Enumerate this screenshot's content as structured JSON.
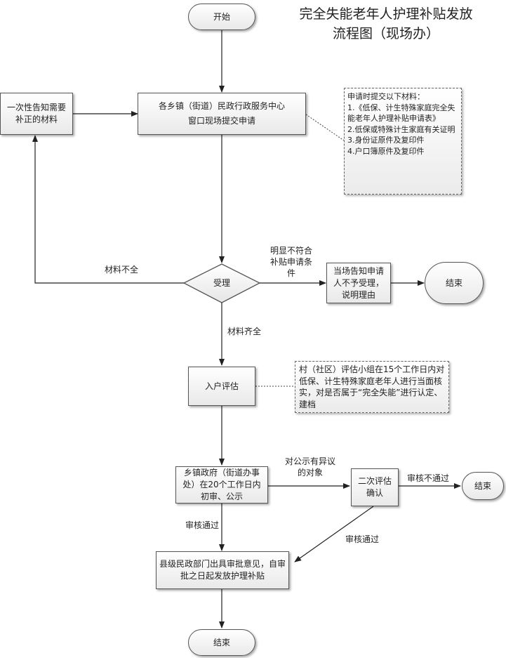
{
  "title": {
    "line1": "完全失能老年人护理补贴发放",
    "line2": "流程图（现场办）"
  },
  "nodes": {
    "start": "开始",
    "apply_line1": "各乡镇（街道）民政行政服务中心",
    "apply_line2": "窗口现场提交申请",
    "notify": "一次性告知需要补正的材料",
    "accept": "受理",
    "reject": "当场告知申请人不予受理，说明理由",
    "end1": "结束",
    "visit": "入户评估",
    "township": "乡镇政府（街道办事处）在20个工作日内初审、公示",
    "second": "二次评估确认",
    "end2": "结束",
    "county": "县级民政部门出具审批意见，自审批之日起发放护理补贴",
    "end3": "结束"
  },
  "notes": {
    "materials": {
      "heading": "申请时提交以下材料：",
      "items": [
        "1.《低保、计生特殊家庭完全失能老年人护理补贴申请表》",
        "2.低保或特殊计生家庭有关证明",
        "3.身份证原件及复印件",
        "4.户口簿原件及复印件"
      ]
    },
    "assessment": "村（社区）评估小组在15个工作日内对低保、计生特殊家庭老年人进行当面核实，对是否属于“完全失能”进行认定、建档"
  },
  "labels": {
    "incomplete": "材料不全",
    "not_eligible": "明显不符合补贴申请条件",
    "complete": "材料齐全",
    "objection": "对公示有异议的对象",
    "fail": "审核不通过",
    "pass_left": "审核通过",
    "pass_right": "审核通过"
  }
}
